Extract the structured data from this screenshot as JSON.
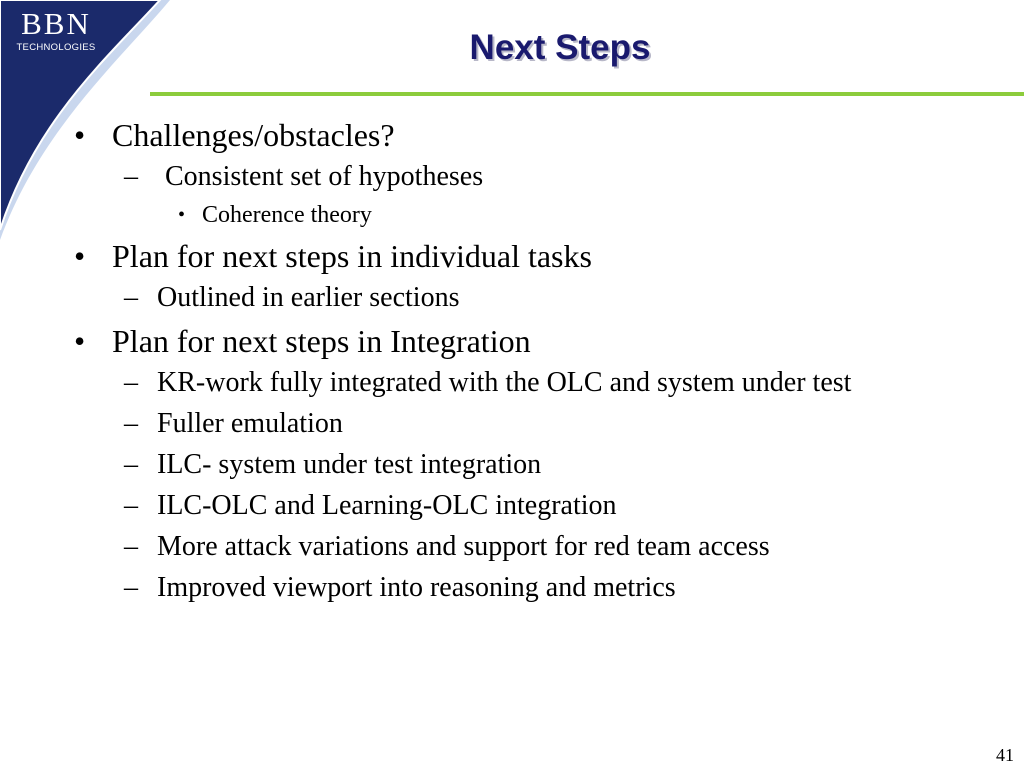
{
  "logo": {
    "mark": "BBN",
    "subtitle": "TECHNOLOGIES",
    "colors": {
      "navy": "#1b2a6b",
      "light_blue": "#c9d7ee"
    }
  },
  "title": "Next Steps",
  "colors": {
    "title": "#1a1a6e",
    "title_shadow": "#b8b8c8",
    "rule": "#8ccc3c"
  },
  "bullets": {
    "b1_marker": "•",
    "b2_marker": "–",
    "b3_marker": "•"
  },
  "content": {
    "challenges": {
      "text": "Challenges/obstacles?",
      "sub": "Consistent set of hypotheses",
      "subsub": "Coherence theory"
    },
    "tasks": {
      "text": "Plan for next steps in individual tasks",
      "sub": "Outlined in earlier sections"
    },
    "integration": {
      "text": "Plan for next steps in Integration",
      "subs": [
        "KR-work fully integrated with the OLC and system under test",
        "Fuller emulation",
        "ILC- system under test integration",
        "ILC-OLC and Learning-OLC integration",
        "More attack variations and support for red team access",
        "Improved viewport into reasoning and metrics"
      ]
    }
  },
  "page_number": "41"
}
